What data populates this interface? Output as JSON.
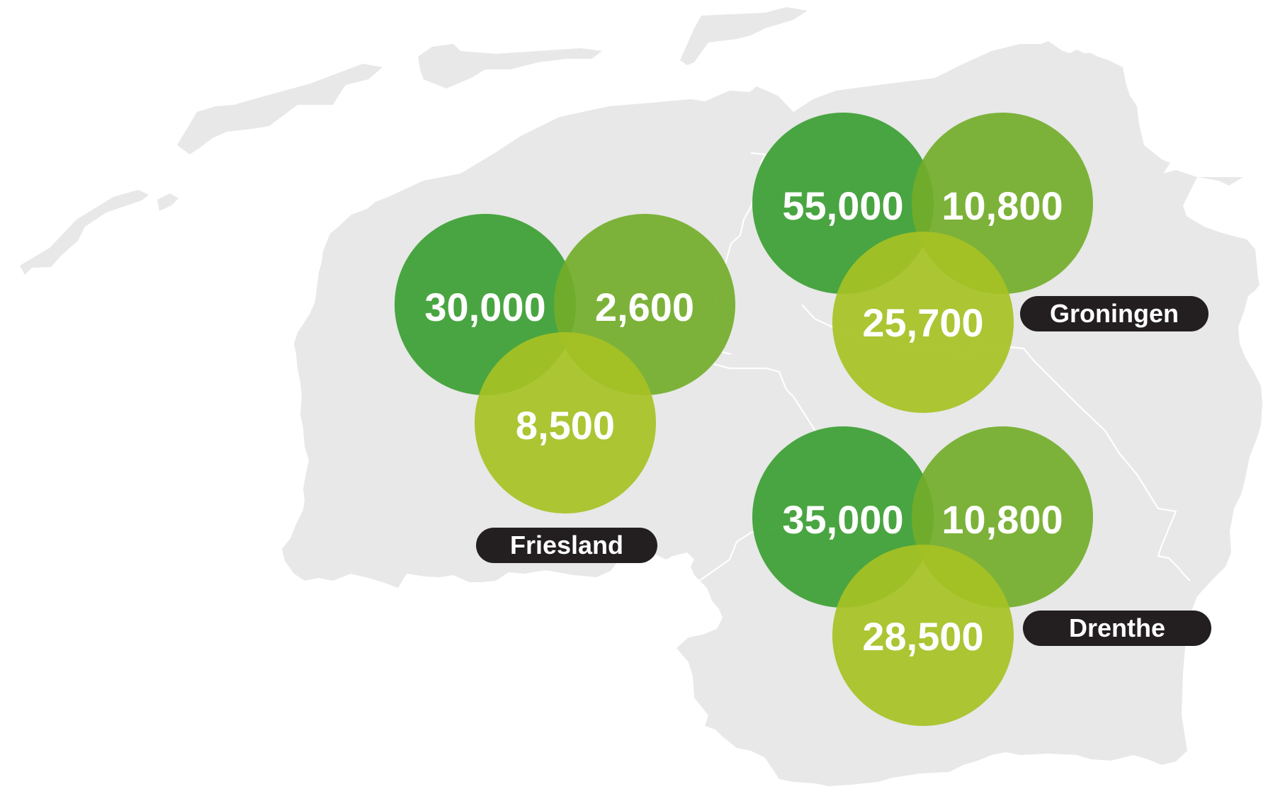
{
  "colors": {
    "land": "#e7e8e7",
    "border": "#ffffff",
    "bubble_dark_green": "#3c9f34",
    "bubble_mid_green": "#73ad2a",
    "bubble_yellow_green": "#a6c124",
    "pill_background": "#231f20",
    "text": "#ffffff"
  },
  "provinces": [
    {
      "name": "Friesland",
      "values": [
        "30,000",
        "2,600",
        "8,500"
      ]
    },
    {
      "name": "Groningen",
      "values": [
        "55,000",
        "10,800",
        "25,700"
      ]
    },
    {
      "name": "Drenthe",
      "values": [
        "35,000",
        "10,800",
        "28,500"
      ]
    }
  ]
}
